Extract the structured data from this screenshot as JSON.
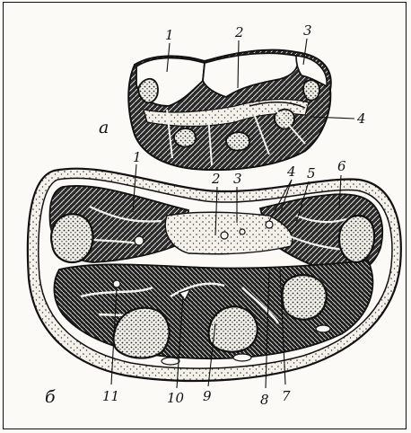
{
  "figure": {
    "panel_a": {
      "letter": "а",
      "numbers": [
        "1",
        "2",
        "3",
        "4"
      ]
    },
    "panel_b": {
      "letter": "б",
      "numbers": [
        "1",
        "2",
        "3",
        "4",
        "5",
        "6",
        "7",
        "8",
        "9",
        "10",
        "11"
      ]
    }
  },
  "colors": {
    "ink": "#111111",
    "paper": "#fbfaf7"
  }
}
